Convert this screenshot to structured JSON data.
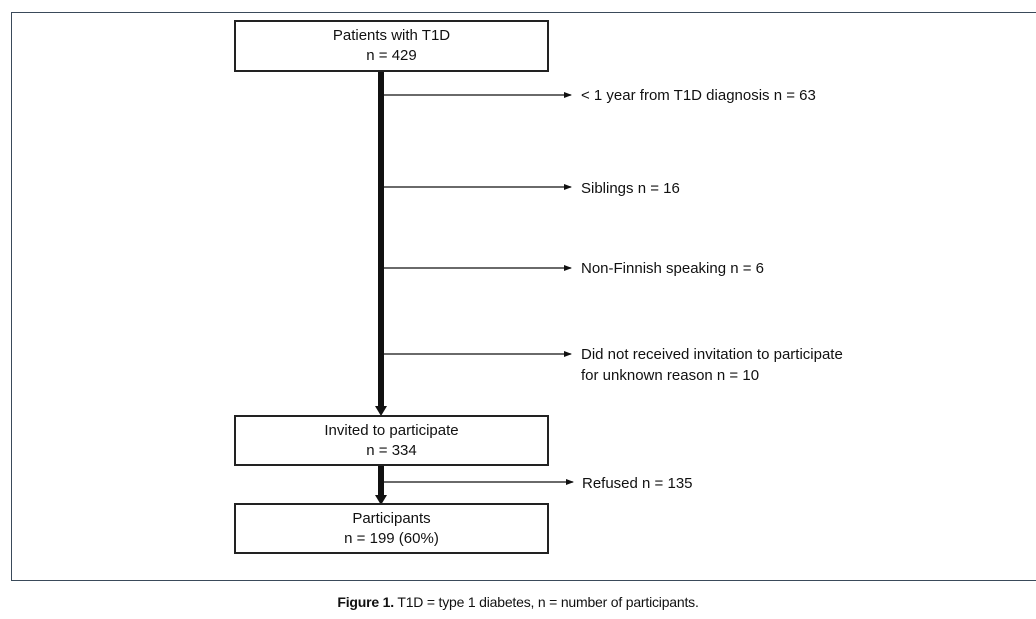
{
  "boxes": {
    "start": {
      "title": "Patients with T1D",
      "count": "n = 429"
    },
    "invited": {
      "title": "Invited to participate",
      "count": "n = 334"
    },
    "participants": {
      "title": "Participants",
      "count": "n = 199 (60%)"
    }
  },
  "exclusions": [
    {
      "text": "< 1 year from T1D diagnosis n = 63"
    },
    {
      "text": "Siblings n = 16"
    },
    {
      "text": "Non-Finnish speaking n = 6"
    },
    {
      "line1": "Did not received invitation to participate",
      "line2": "for unknown reason n = 10"
    },
    {
      "text": "Refused n = 135"
    }
  ],
  "caption": {
    "label": "Figure 1.",
    "text": " T1D = type 1 diabetes, n = number of participants."
  },
  "colors": {
    "frame": "#3a4a5a",
    "line": "#111111"
  }
}
